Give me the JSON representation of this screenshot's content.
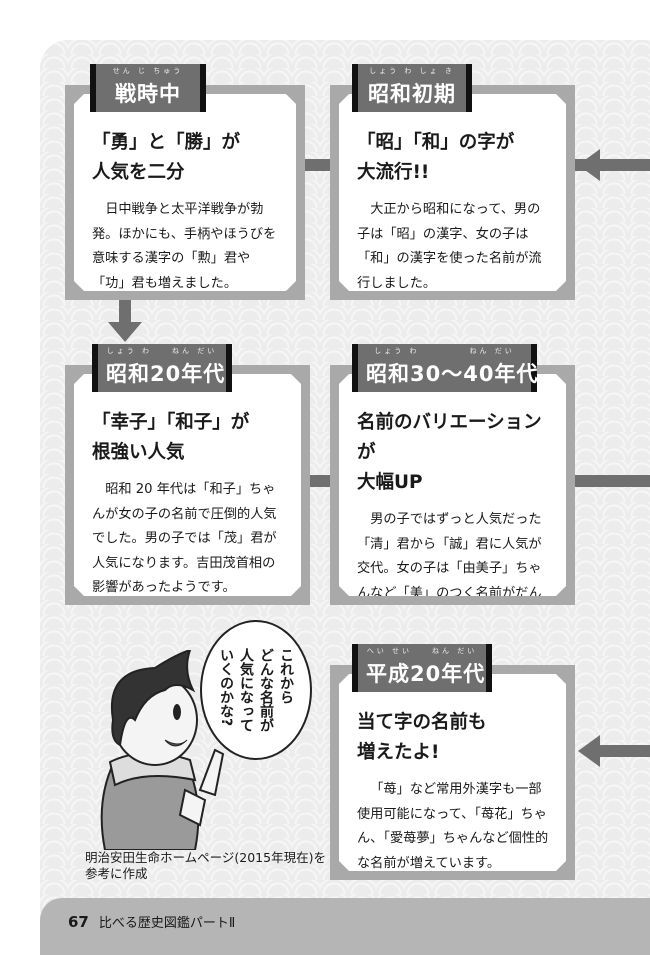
{
  "cards": [
    {
      "label": "戦時中",
      "reading": "せん じ ちゅう",
      "headline": "「勇」と「勝」が\n人気を二分",
      "body": "日中戦争と太平洋戦争が勃発。ほかにも、手柄やほうびを意味する漢字の「勲」君や「功」君も増えました。"
    },
    {
      "label": "昭和初期",
      "reading": "しょう わ しょ き",
      "headline": "「昭」「和」の字が\n大流行!!",
      "body": "大正から昭和になって、男の子は「昭」の漢字、女の子は「和」の漢字を使った名前が流行しました。"
    },
    {
      "label": "昭和20年代",
      "reading": "しょう わ　　ねん だい",
      "headline": "「幸子」「和子」が\n根強い人気",
      "body": "昭和 20 年代は「和子」ちゃんが女の子の名前で圧倒的人気でした。男の子では「茂」君が人気になります。吉田茂首相の影響があったようです。"
    },
    {
      "label": "昭和30～40年代",
      "reading": "しょう わ　　　　　ねん だい",
      "headline": "名前のバリエーションが\n大幅UP",
      "body": "男の子ではずっと人気だった「清」君から「誠」君に人気が交代。女の子は「由美子」ちゃんなど「美」のつく名前がだんだん増えていきます。"
    },
    {
      "label": "平成20年代",
      "reading": "へい せい　　ねん だい",
      "headline": "当て字の名前も\n増えたよ!",
      "body": "「苺」など常用外漢字も一部使用可能になって、「苺花」ちゃん、「愛苺夢」ちゃんなど個性的な名前が増えています。"
    }
  ],
  "speech_bubble": "これから\nどんな名前が\n人気になって\nいくのかな?",
  "caption": "明治安田生命ホームページ(2015年現在)を\n参考に作成",
  "footer": {
    "page_number": "67",
    "book_title": "比べる歴史図鑑パートⅡ"
  }
}
